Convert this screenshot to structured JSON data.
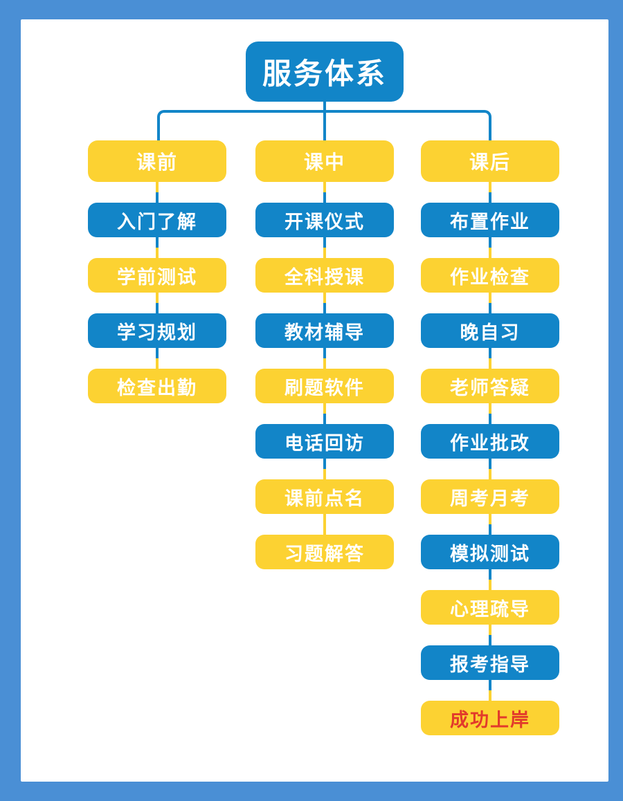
{
  "title": "服务体系",
  "colors": {
    "frame_blue": "#4A8FD5",
    "panel_white": "#FFFFFF",
    "box_blue": "#1285C8",
    "box_yellow": "#FCD232",
    "text_white": "#FFFFFF",
    "text_red": "#E23A2B"
  },
  "columns": [
    {
      "header": "课前",
      "items": [
        {
          "label": "入门了解",
          "color": "blue"
        },
        {
          "label": "学前测试",
          "color": "yellow"
        },
        {
          "label": "学习规划",
          "color": "blue"
        },
        {
          "label": "检查出勤",
          "color": "yellow"
        }
      ]
    },
    {
      "header": "课中",
      "items": [
        {
          "label": "开课仪式",
          "color": "blue"
        },
        {
          "label": "全科授课",
          "color": "yellow"
        },
        {
          "label": "教材辅导",
          "color": "blue"
        },
        {
          "label": "刷题软件",
          "color": "yellow"
        },
        {
          "label": "电话回访",
          "color": "blue"
        },
        {
          "label": "课前点名",
          "color": "yellow"
        },
        {
          "label": "习题解答",
          "color": "yellow"
        }
      ]
    },
    {
      "header": "课后",
      "items": [
        {
          "label": "布置作业",
          "color": "blue"
        },
        {
          "label": "作业检查",
          "color": "yellow"
        },
        {
          "label": "晚自习",
          "color": "blue"
        },
        {
          "label": "老师答疑",
          "color": "yellow"
        },
        {
          "label": "作业批改",
          "color": "blue"
        },
        {
          "label": "周考月考",
          "color": "yellow"
        },
        {
          "label": "模拟测试",
          "color": "blue"
        },
        {
          "label": "心理疏导",
          "color": "yellow"
        },
        {
          "label": "报考指导",
          "color": "blue"
        },
        {
          "label": "成功上岸",
          "color": "yellow",
          "text_color": "red"
        }
      ]
    }
  ]
}
